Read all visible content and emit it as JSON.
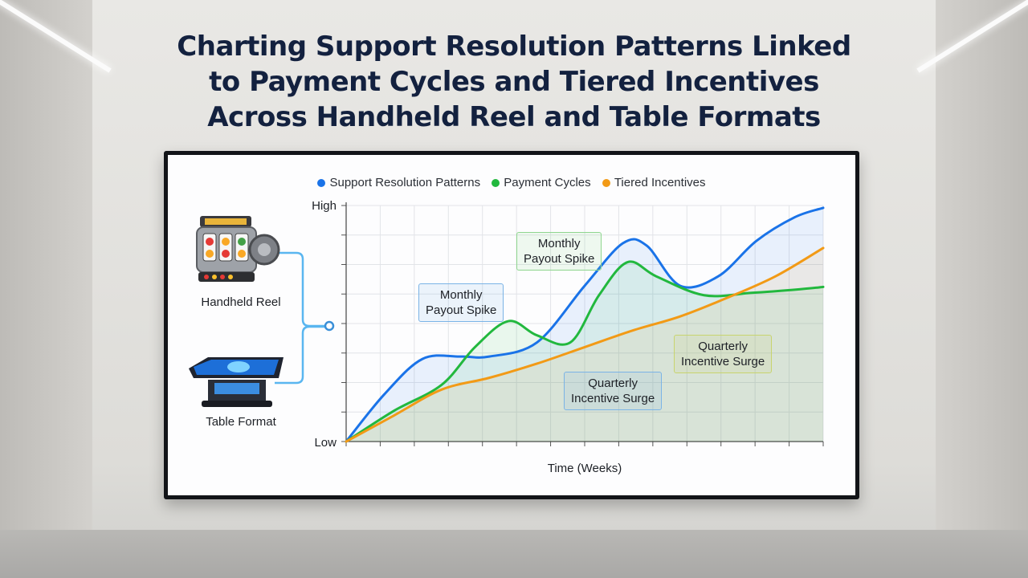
{
  "title_lines": [
    "Charting Support Resolution Patterns Linked",
    "to Payment Cycles and Tiered Incentives",
    "Across Handheld Reel and Table Formats"
  ],
  "devices": [
    {
      "label": "Handheld Reel",
      "icon": "slot-machine-icon"
    },
    {
      "label": "Table Format",
      "icon": "gaming-table-icon"
    }
  ],
  "annotations": [
    {
      "lines": [
        "Monthly",
        "Payout Spike"
      ],
      "color": "#7ab3e6"
    },
    {
      "lines": [
        "Monthly",
        "Payout Spike"
      ],
      "color": "#8fd68f"
    },
    {
      "lines": [
        "Quarterly",
        "Incentive Surge"
      ],
      "color": "#7ab3e6"
    },
    {
      "lines": [
        "Quarterly",
        "Incentive Surge"
      ],
      "color": "#c8d46e"
    }
  ],
  "chart_data": {
    "type": "area",
    "xlabel": "Time (Weeks)",
    "ylabel": "",
    "y_tick_labels": [
      "High",
      "Low"
    ],
    "xlim": [
      0,
      1
    ],
    "ylim": [
      0,
      1
    ],
    "legend": "top",
    "grid": true,
    "series": [
      {
        "name": "Support Resolution Patterns",
        "color": "#1a73e8",
        "x": [
          0,
          0.08,
          0.16,
          0.24,
          0.3,
          0.4,
          0.5,
          0.58,
          0.63,
          0.7,
          0.78,
          0.86,
          0.94,
          1.0
        ],
        "y": [
          0,
          0.2,
          0.35,
          0.36,
          0.36,
          0.42,
          0.66,
          0.84,
          0.83,
          0.66,
          0.7,
          0.85,
          0.95,
          0.99
        ]
      },
      {
        "name": "Payment Cycles",
        "color": "#22b83e",
        "x": [
          0,
          0.1,
          0.2,
          0.27,
          0.34,
          0.4,
          0.47,
          0.53,
          0.59,
          0.65,
          0.75,
          0.85,
          0.95,
          1.0
        ],
        "y": [
          0,
          0.13,
          0.24,
          0.4,
          0.51,
          0.45,
          0.42,
          0.62,
          0.76,
          0.7,
          0.62,
          0.63,
          0.645,
          0.655
        ]
      },
      {
        "name": "Tiered Incentives",
        "color": "#f29a16",
        "x": [
          0,
          0.1,
          0.2,
          0.3,
          0.4,
          0.5,
          0.6,
          0.7,
          0.8,
          0.9,
          1.0
        ],
        "y": [
          0,
          0.11,
          0.22,
          0.27,
          0.33,
          0.4,
          0.47,
          0.53,
          0.61,
          0.7,
          0.82
        ]
      }
    ]
  }
}
